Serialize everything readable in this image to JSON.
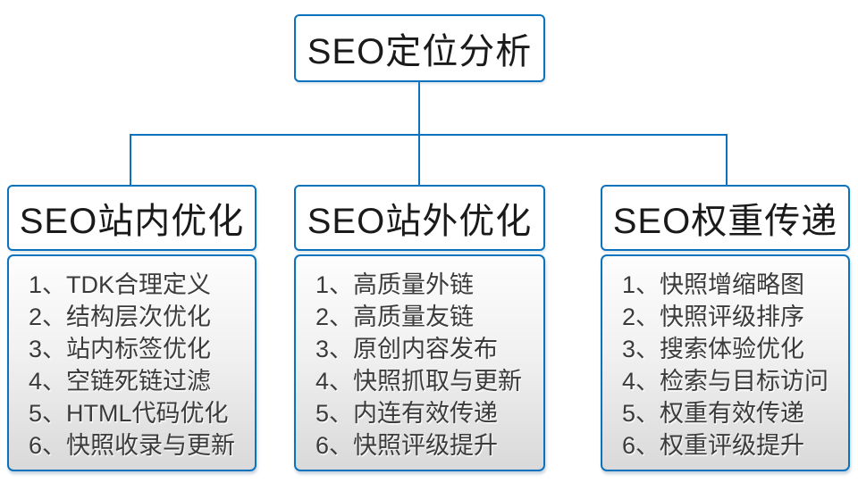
{
  "root": {
    "title": "SEO定位分析"
  },
  "colors": {
    "accent_blue": "#0b72be",
    "header_text": "#1a1a1a",
    "list_text": "#3b3b3b",
    "body_gradient_top": "#fdfdfd",
    "body_gradient_bottom": "#d9d9d9"
  },
  "columns": [
    {
      "title": "SEO站内优化",
      "items": [
        "1、TDK合理定义",
        "2、结构层次优化",
        "3、站内标签优化",
        "4、空链死链过滤",
        "5、HTML代码优化",
        "6、快照收录与更新"
      ]
    },
    {
      "title": "SEO站外优化",
      "items": [
        "1、高质量外链",
        "2、高质量友链",
        "3、原创内容发布",
        "4、快照抓取与更新",
        "5、内连有效传递",
        "6、快照评级提升"
      ]
    },
    {
      "title": "SEO权重传递",
      "items": [
        "1、快照增缩略图",
        "2、快照评级排序",
        "3、搜索体验优化",
        "4、检索与目标访问",
        "5、权重有效传递",
        "6、权重评级提升"
      ]
    }
  ]
}
